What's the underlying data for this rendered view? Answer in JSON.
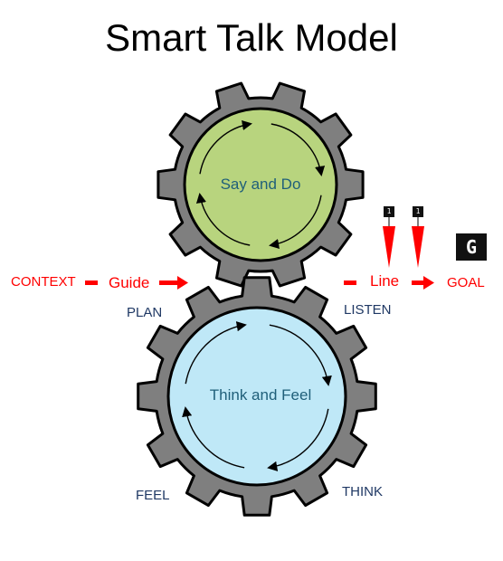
{
  "title": "Smart Talk Model",
  "gears": {
    "top": {
      "label": "Say and Do",
      "fill": "#b8d47e"
    },
    "bottom": {
      "label": "Think and Feel",
      "fill": "#bfe8f7"
    },
    "gear_color": "#7f7f7f"
  },
  "flow": {
    "context": "CONTEXT",
    "guide": "Guide",
    "line": "Line",
    "goal": "GOAL",
    "color": "#ff0000"
  },
  "corners": {
    "plan": "PLAN",
    "listen": "LISTEN",
    "feel": "FEEL",
    "think": "THINK",
    "color": "#1f3864"
  },
  "markers": {
    "small_1": "1",
    "small_2": "1",
    "goal_tag": "G"
  }
}
